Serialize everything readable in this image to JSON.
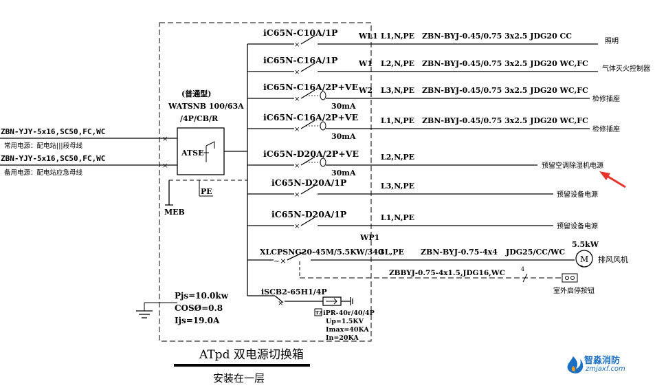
{
  "panel": {
    "breaker_model": "(普通型)",
    "breaker_spec": "WATSNB 100/63A",
    "breaker_spec2": "/4P/CB/R",
    "atse": "ATSE",
    "pe": "PE",
    "meb": "MEB",
    "pjs": "Pjs=10.0kw",
    "cos": "COSØ=0.8",
    "ijs": "Ijs=19.0A",
    "title": "ATpd  双电源切换箱",
    "install": "安装在一层"
  },
  "inputs": [
    {
      "cable": "ZBN-YJY-5x16,SC50,FC,WC",
      "source": "常用电源：配电站|||段母线"
    },
    {
      "cable": "ZBN-YJY-5x16,SC50,FC,WC",
      "source": "备用电源：配电站应急母线"
    }
  ],
  "circuits": [
    {
      "breaker": "iC65N-C10A/1P",
      "id": "WL1",
      "phase": "L1,N,PE",
      "cable": "ZBN-BYJ-0.45/0.75  3x2.5  JDG20  CC",
      "load": "照明",
      "rcd": ""
    },
    {
      "breaker": "iC65N-C16A/1P",
      "id": "W1",
      "phase": "L2,N,PE",
      "cable": "ZBN-BYJ-0.45/0.75  3x2.5  JDG20  WC,FC",
      "load": "气体灭火控制器",
      "rcd": ""
    },
    {
      "breaker": "iC65N-C16A/2P+VE",
      "id": "W2",
      "phase": "L3,N,PE",
      "cable": "ZBN-BYJ-0.45/0.75  3x2.5  JDG20  WC,FC",
      "load": "检修插座",
      "rcd": "30mA"
    },
    {
      "breaker": "iC65N-C16A/2P+VE",
      "id": "",
      "phase": "L1,N,PE",
      "cable": "ZBN-BYJ-0.45/0.75  3x2.5  JDG20  WC,FC",
      "load": "检修插座",
      "rcd": "30mA"
    },
    {
      "breaker": "iC65N-D20A/2P+VE",
      "id": "",
      "phase": "L2,N,PE",
      "cable": "",
      "load": "预留空调除湿机电源",
      "rcd": "30mA"
    },
    {
      "breaker": "iC65N-D20A/1P",
      "id": "",
      "phase": "L3,N,PE",
      "cable": "",
      "load": "预留设备电源",
      "rcd": ""
    },
    {
      "breaker": "iC65N-D20A/1P",
      "id": "",
      "phase": "L1,N,PE",
      "cable": "",
      "load": "预留设备电源",
      "rcd": ""
    }
  ],
  "motor": {
    "id": "WP1",
    "starter": "XLCPSNG20-45M/5.5KW/340",
    "phase": "3L,PE",
    "cable": "ZBN-BYJ-0.75-4x4",
    "conduit": "JDG25/CC/WC",
    "power": "5.5kW",
    "symbol": "M",
    "load": "排风风机",
    "ctrl_cable": "ZBBYJ-0.75-4x1.5,JDG16,WC",
    "ctrl_mark": "4",
    "button": "室外启停按钮"
  },
  "spd": {
    "breaker": "iSCB2-65H1/4P",
    "tag": "T2",
    "model": "iPR-40r/40/4P",
    "up": "Up=1.5KV",
    "imax": "Imax=40KA",
    "in": "In=20KA"
  },
  "watermark": {
    "name": "智淼消防",
    "url": "zmjaxf.com"
  },
  "colors": {
    "line": "#000000",
    "arrow": "#e8332a",
    "logo_blue": "#1a6fc4",
    "logo_orange": "#f39a1c"
  }
}
